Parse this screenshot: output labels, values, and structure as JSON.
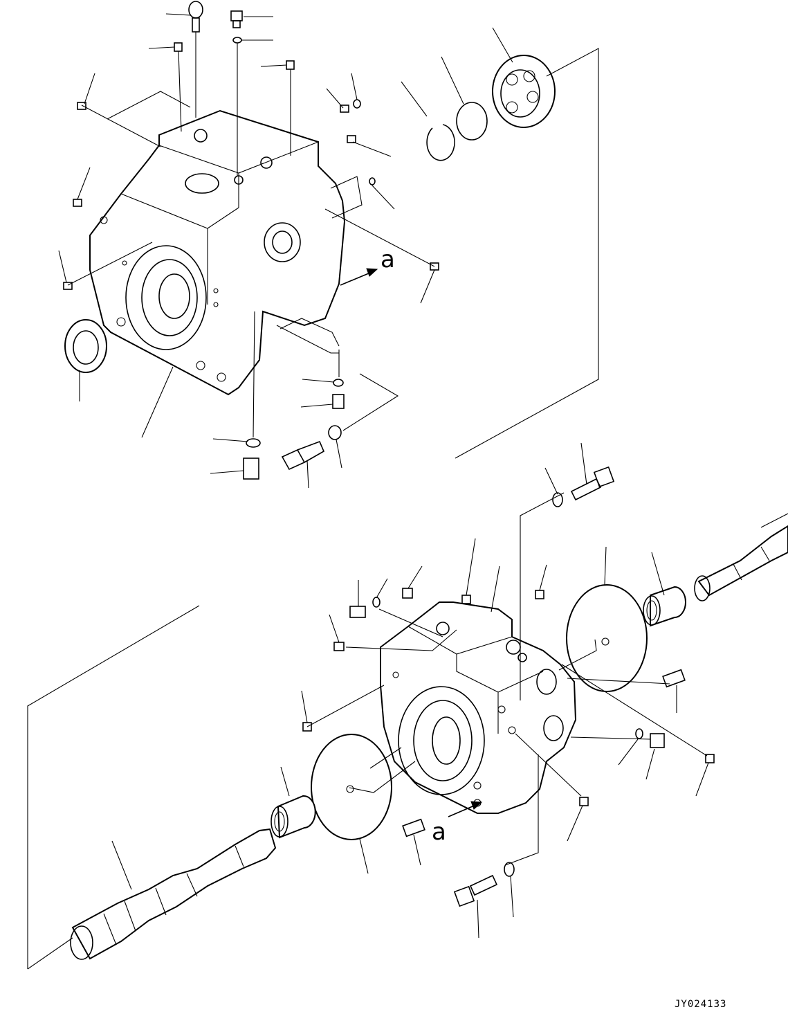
{
  "drawing": {
    "callout_label_upper": "a",
    "callout_label_lower": "a",
    "drawing_code": "JY024133"
  }
}
